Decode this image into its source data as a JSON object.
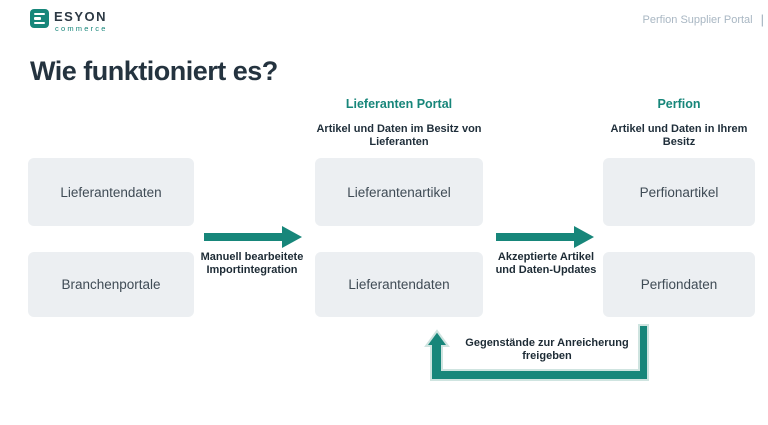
{
  "header": {
    "logo": {
      "name": "ESYON",
      "sub": "commerce"
    },
    "top_right": {
      "label": "Perfion Supplier Portal",
      "divider": "|"
    }
  },
  "title": "Wie funktioniert es?",
  "column_headers": {
    "middle": {
      "title": "Lieferanten Portal",
      "subtitle": "Artikel und Daten im Besitz von Lieferanten"
    },
    "right": {
      "title": "Perfion",
      "subtitle": "Artikel und Daten in Ihrem Besitz"
    }
  },
  "boxes": {
    "left_top": "Lieferantendaten",
    "left_bottom": "Branchenportale",
    "middle_top": "Lieferantenartikel",
    "middle_bottom": "Lieferantendaten",
    "right_top": "Perfionartikel",
    "right_bottom": "Perfiondaten"
  },
  "arrow_labels": {
    "import": "Manuell bearbeitete Importintegration",
    "accepted": "Akzeptierte Artikel und Daten-Updates",
    "feedback": "Gegenstände zur Anreicherung freigeben"
  },
  "colors": {
    "teal": "#17867a",
    "teal_outline": "#cfe4e0",
    "box_bg": "#eceff2",
    "title_text": "#24333f",
    "box_text": "#3f4b55",
    "label_text": "#1d2b35",
    "muted_header": "#a9b7c3"
  }
}
